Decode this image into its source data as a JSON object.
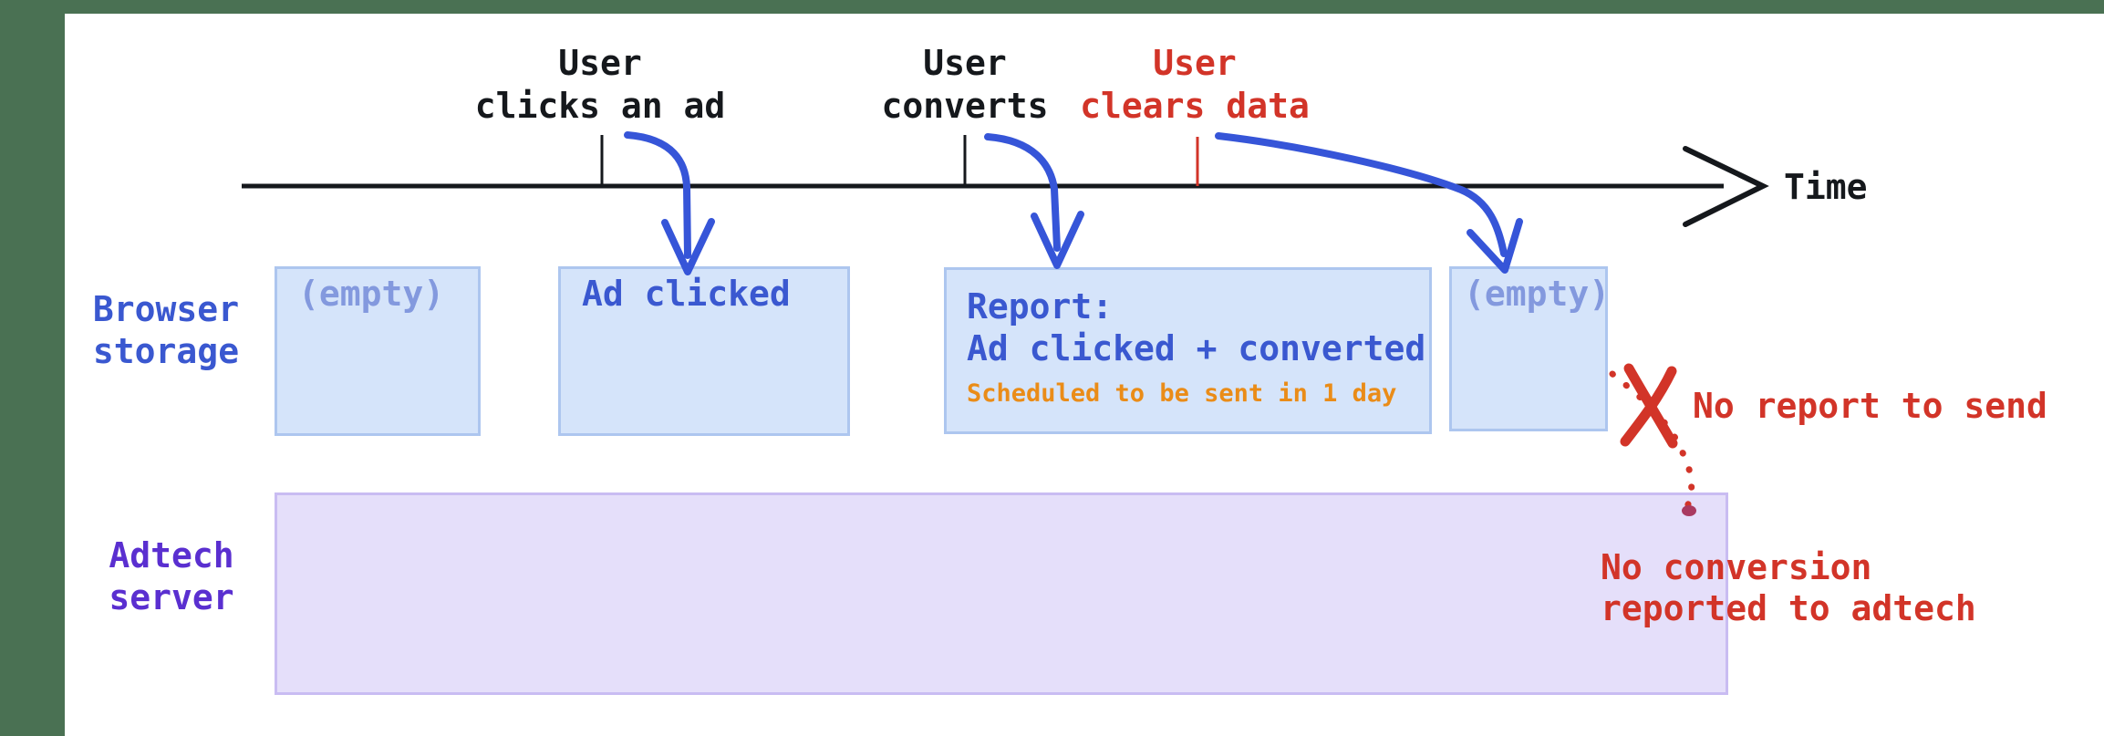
{
  "colors": {
    "frame": "#4a7153",
    "black": "#15181c",
    "blue_text": "#3a58d0",
    "blue_arrow": "#3655d8",
    "light_blue_fill": "#d5e4fa",
    "light_blue_border": "#adc6ef",
    "empty_text": "#8399de",
    "orange": "#ea8c18",
    "purple_fill": "#e5dffa",
    "purple_border": "#c9bcf2",
    "purple_text": "#5a2fd0",
    "red": "#d23428",
    "trail_dot": "#a93a60"
  },
  "timeline": {
    "axis_label": "Time",
    "events": [
      {
        "line1": "User",
        "line2": "clicks an ad"
      },
      {
        "line1": "User",
        "line2": "converts"
      },
      {
        "line1": "User",
        "line2": "clears data"
      }
    ]
  },
  "rows": {
    "browser_storage": {
      "line1": "Browser",
      "line2": "storage"
    },
    "adtech_server": {
      "line1": "Adtech",
      "line2": "server"
    }
  },
  "storage_boxes": {
    "box1": {
      "text": "(empty)"
    },
    "box2": {
      "text": "Ad clicked"
    },
    "box3": {
      "title": "Report:",
      "subtitle": "Ad clicked + converted",
      "note": "Scheduled to be sent in 1 day"
    },
    "box4": {
      "text": "(empty)"
    }
  },
  "annotations": {
    "no_report": "No report to send",
    "no_conversion_line1": "No conversion",
    "no_conversion_line2": "reported to adtech"
  }
}
